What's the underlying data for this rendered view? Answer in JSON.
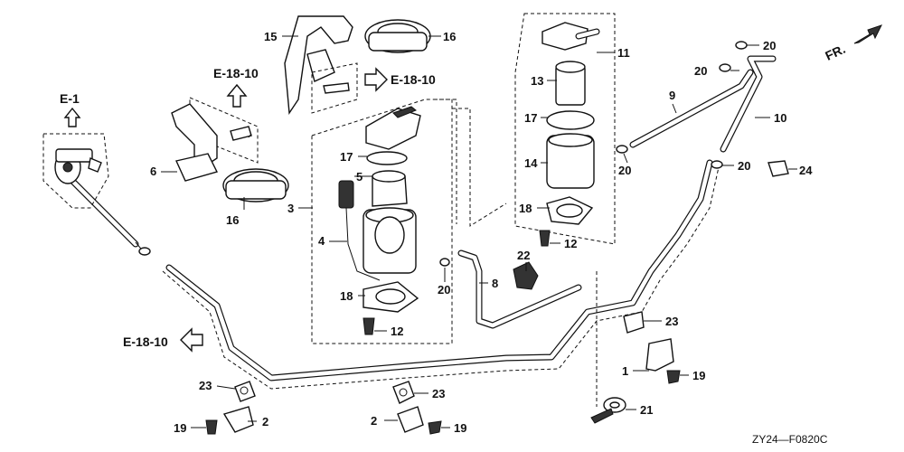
{
  "diagram": {
    "code": "ZY24—F0820C",
    "orientation_label": "FR."
  },
  "references": {
    "e1": "E-1",
    "e1810_top_left": "E-18-10",
    "e1810_top_right": "E-18-10",
    "e1810_bottom": "E-18-10"
  },
  "parts": {
    "p1": "1",
    "p2a": "2",
    "p2b": "2",
    "p3": "3",
    "p4": "4",
    "p5": "5",
    "p6": "6",
    "p8": "8",
    "p9": "9",
    "p10": "10",
    "p11": "11",
    "p12a": "12",
    "p12b": "12",
    "p13": "13",
    "p14": "14",
    "p15": "15",
    "p16a": "16",
    "p16b": "16",
    "p17a": "17",
    "p17b": "17",
    "p18a": "18",
    "p18b": "18",
    "p19a": "19",
    "p19b": "19",
    "p19c": "19",
    "p20a": "20",
    "p20b": "20",
    "p20c": "20",
    "p20d": "20",
    "p20e": "20",
    "p21": "21",
    "p22": "22",
    "p23a": "23",
    "p23b": "23",
    "p23c": "23",
    "p24": "24"
  }
}
